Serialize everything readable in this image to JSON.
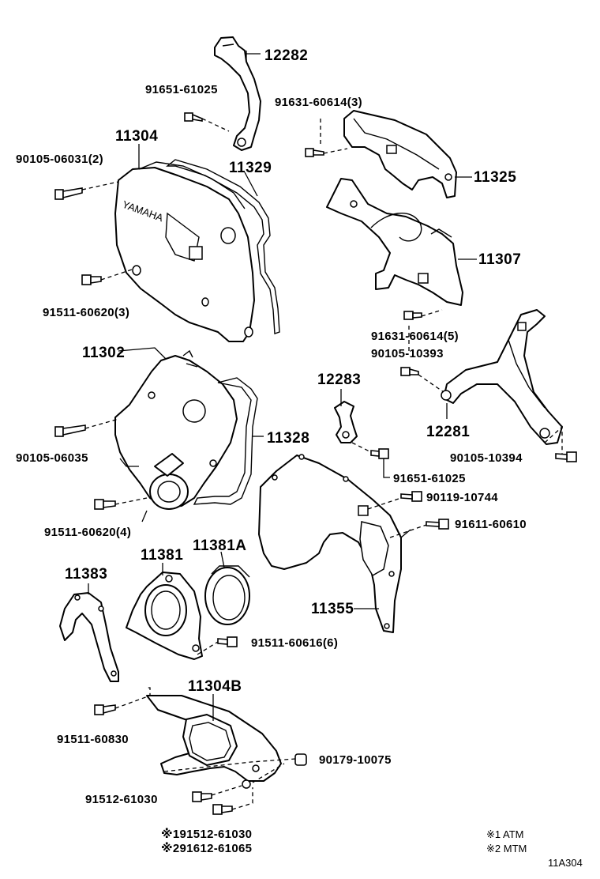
{
  "diagram_code": "11A304",
  "cover_marking": "YAMAHA",
  "legend": {
    "mark1": "※1 ATM",
    "mark2": "※2 MTM"
  },
  "labels": {
    "p12282": "12282",
    "p91651_top": "91651-61025",
    "p91631_3": "91631-60614(3)",
    "p11304": "11304",
    "p90105_06031": "90105-06031(2)",
    "p11329": "11329",
    "p11325": "11325",
    "p11307": "11307",
    "p91511_3": "91511-60620(3)",
    "p91631_5": "91631-60614(5)",
    "p90105_10393": "90105-10393",
    "p11302": "11302",
    "p12283": "12283",
    "p12281": "12281",
    "p90105_06035": "90105-06035",
    "p11328": "11328",
    "p90105_10394": "90105-10394",
    "p91651_bottom": "91651-61025",
    "p90119": "90119-10744",
    "p91511_4": "91511-60620(4)",
    "p91611": "91611-60610",
    "p11381": "11381",
    "p11381A": "11381A",
    "p11383": "11383",
    "p11355": "11355",
    "p91511_60616": "91511-60616(6)",
    "p11304B": "11304B",
    "p91511_60830": "91511-60830",
    "p90179": "90179-10075",
    "p91512": "91512-61030",
    "p_star1": "※191512-61030",
    "p_star2": "※291612-61065"
  }
}
